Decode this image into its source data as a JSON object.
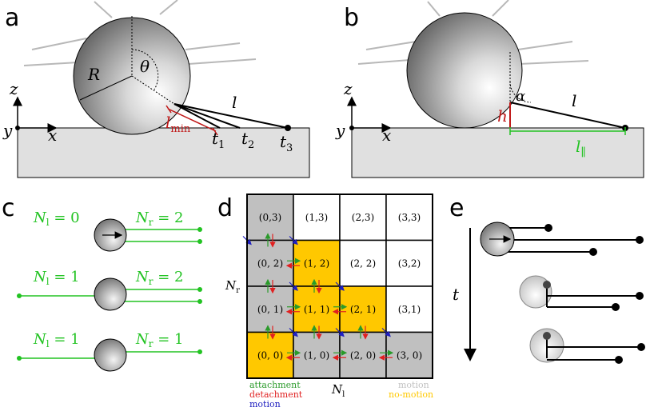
{
  "panels": {
    "a": "a",
    "b": "b",
    "c": "c",
    "d": "d",
    "e": "e"
  },
  "panel_a": {
    "axis_z": "z",
    "axis_y": "y",
    "axis_x": "x",
    "radius_label": "R",
    "theta_label": "θ",
    "length_label": "l",
    "lmin_label": "l",
    "lmin_sub": "min",
    "t1": "t",
    "t1_sub": "1",
    "t2": "t",
    "t2_sub": "2",
    "t3": "t",
    "t3_sub": "3"
  },
  "panel_b": {
    "axis_z": "z",
    "axis_y": "y",
    "axis_x": "x",
    "alpha_label": "α",
    "length_label": "l",
    "h_label": "h",
    "lpar_label": "l",
    "lpar_sub": "∥"
  },
  "panel_c": {
    "rows": [
      {
        "nl": "N",
        "nl_sub": "l",
        "nl_val": " = 0",
        "nr": "N",
        "nr_sub": "r",
        "nr_val": " = 2"
      },
      {
        "nl": "N",
        "nl_sub": "l",
        "nl_val": " = 1",
        "nr": "N",
        "nr_sub": "r",
        "nr_val": " = 2"
      },
      {
        "nl": "N",
        "nl_sub": "l",
        "nl_val": " = 1",
        "nr": "N",
        "nr_sub": "r",
        "nr_val": " = 1"
      }
    ]
  },
  "panel_d": {
    "y_label": "N",
    "y_sub": "r",
    "x_label": "N",
    "x_sub": "l",
    "cells": [
      [
        "(0,3)",
        "(1,3)",
        "(2,3)",
        "(3,3)"
      ],
      [
        "(0, 2)",
        "(1, 2)",
        "(2, 2)",
        "(3,2)"
      ],
      [
        "(0, 1)",
        "(1, 1)",
        "(2, 1)",
        "(3,1)"
      ],
      [
        "(0, 0)",
        "(1, 0)",
        "(2, 0)",
        "(3, 0)"
      ]
    ],
    "legend": {
      "attachment": "attachment",
      "detachment": "detachment",
      "motion": "motion",
      "motion_gray": "motion",
      "no_motion": "no-motion"
    },
    "colors": {
      "gray": "#c0c0c0",
      "yellow": "#ffc800",
      "white": "#ffffff",
      "green": "#2a9a2a",
      "red": "#e02020",
      "blue": "#2020c0"
    }
  },
  "panel_e": {
    "time_label": "t"
  }
}
